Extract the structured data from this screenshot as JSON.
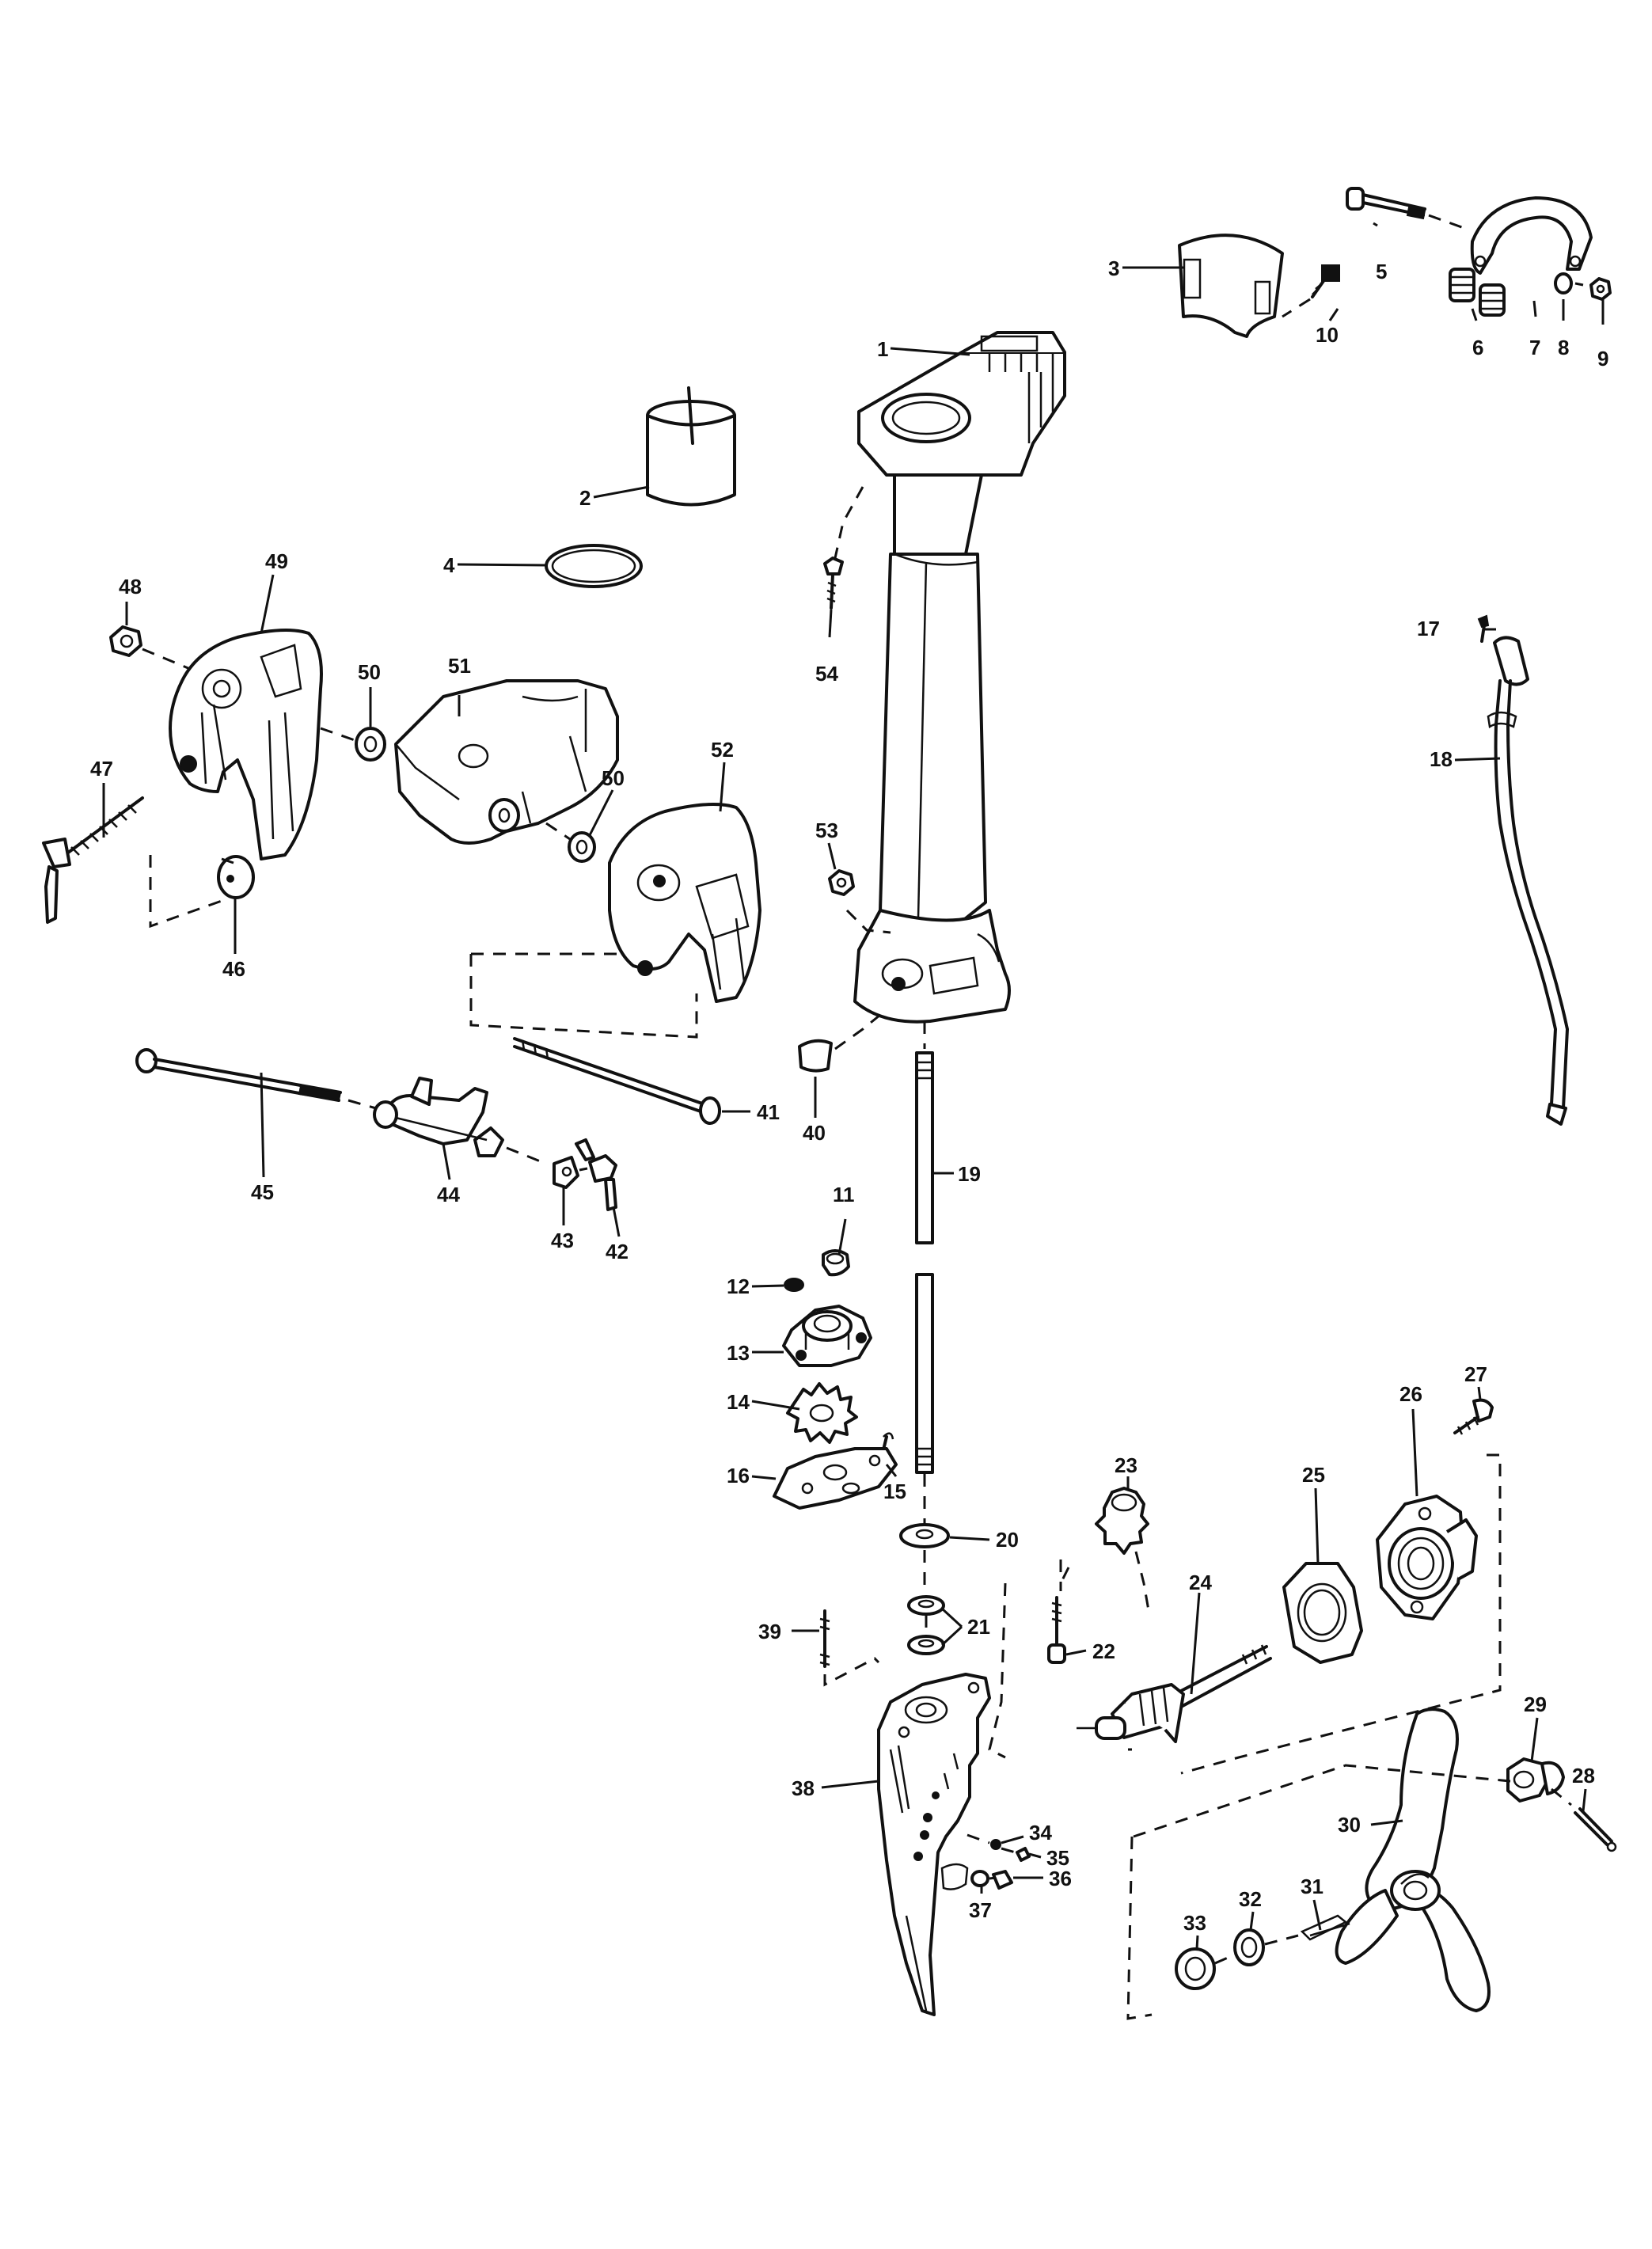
{
  "diagram": {
    "part_labels": {
      "p1": "1",
      "p2": "2",
      "p3": "3",
      "p4": "4",
      "p5": "5",
      "p6": "6",
      "p7": "7",
      "p8": "8",
      "p9": "9",
      "p10": "10",
      "p11": "11",
      "p12": "12",
      "p13": "13",
      "p14": "14",
      "p15": "15",
      "p16": "16",
      "p17": "17",
      "p18": "18",
      "p19": "19",
      "p20": "20",
      "p21": "21",
      "p22": "22",
      "p23": "23",
      "p24": "24",
      "p25": "25",
      "p26": "26",
      "p27": "27",
      "p28": "28",
      "p29": "29",
      "p30": "30",
      "p31": "31",
      "p32": "32",
      "p33": "33",
      "p34": "34",
      "p35": "35",
      "p36": "36",
      "p37": "37",
      "p38": "38",
      "p39": "39",
      "p40": "40",
      "p41": "41",
      "p42": "42",
      "p43": "43",
      "p44": "44",
      "p45": "45",
      "p46": "46",
      "p47": "47",
      "p48": "48",
      "p49": "49",
      "p50a": "50",
      "p50b": "50",
      "p51": "51",
      "p52": "52",
      "p53": "53",
      "p54": "54"
    }
  }
}
